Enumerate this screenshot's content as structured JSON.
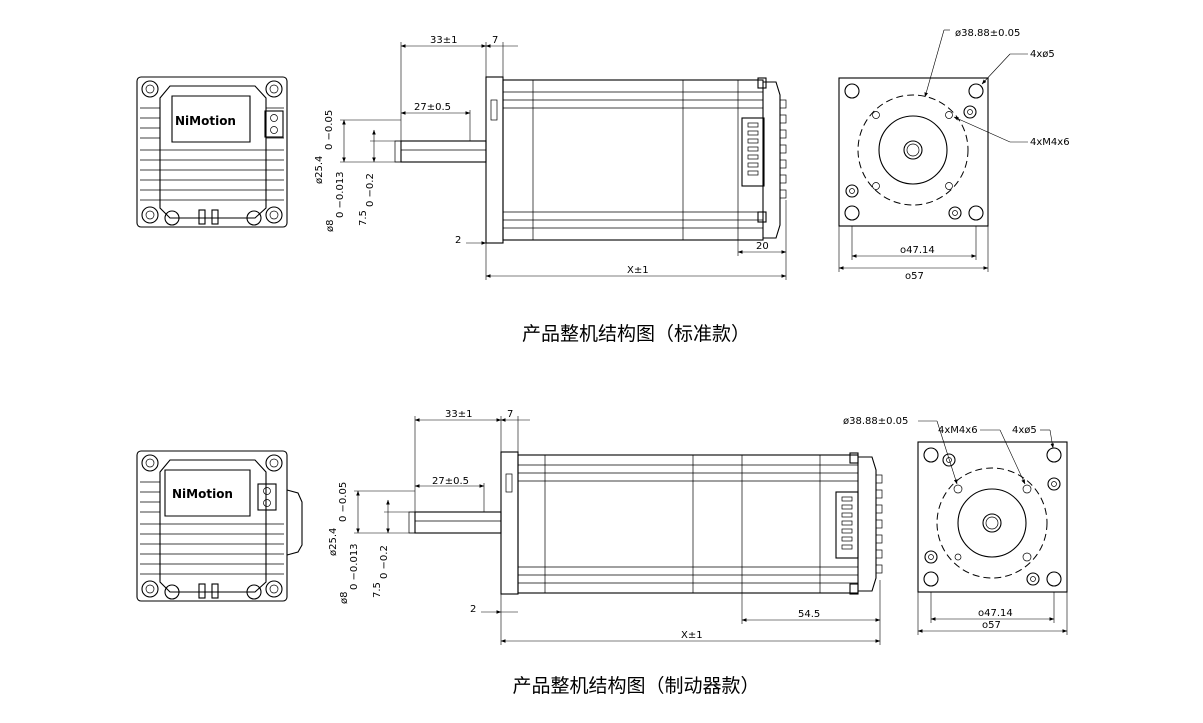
{
  "standard": {
    "caption": "产品整机结构图（标准款）",
    "logo": "NiMotion",
    "dims": {
      "shaft_total": "33±1",
      "flange": "7",
      "key_length": "27±0.5",
      "dia_254": "ø25.4",
      "tol_254": "0 −0.05",
      "dia_8": "ø8",
      "tol_8": "0 −0.013",
      "flat_75": "7.5",
      "tol_75": "0 −0.2",
      "face_offset": "2",
      "rear": "20",
      "length": "X±1",
      "pilot": "ø38.88±0.05",
      "holes": "4xø5",
      "threads": "4xM4x6",
      "bolt_circle": "o47.14",
      "frame": "o57"
    }
  },
  "brake": {
    "caption": "产品整机结构图（制动器款）",
    "logo": "NiMotion",
    "dims": {
      "shaft_total": "33±1",
      "flange": "7",
      "key_length": "27±0.5",
      "dia_254": "ø25.4",
      "tol_254": "0 −0.05",
      "dia_8": "ø8",
      "tol_8": "0 −0.013",
      "flat_75": "7.5",
      "tol_75": "0 −0.2",
      "face_offset": "2",
      "rear": "54.5",
      "length": "X±1",
      "pilot": "ø38.88±0.05",
      "threads": "4xM4x6",
      "holes": "4xø5",
      "bolt_circle": "o47.14",
      "frame": "o57"
    }
  }
}
